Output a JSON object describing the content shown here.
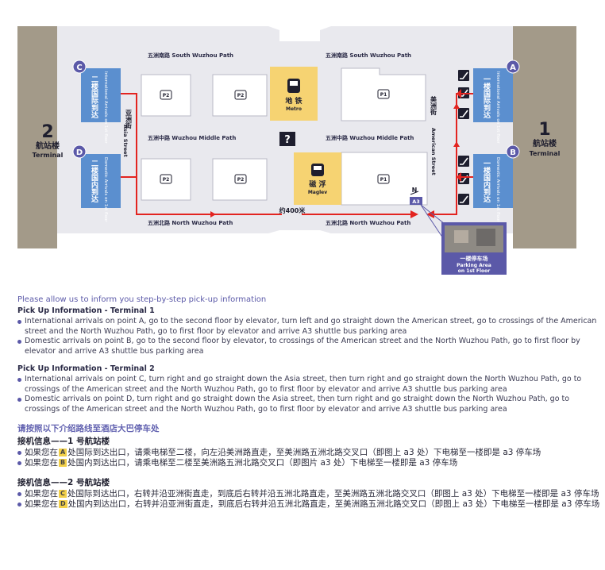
{
  "map": {
    "terminal2": {
      "num": "2",
      "zh": "航站楼",
      "en": "Terminal"
    },
    "terminal1": {
      "num": "1",
      "zh": "航站楼",
      "en": "Terminal"
    },
    "points": {
      "A": "A",
      "B": "B",
      "C": "C",
      "D": "D"
    },
    "arrivals": {
      "c_zh": "二楼国际到达",
      "c_en": "International Arrivals on 1st floor",
      "d_zh": "二楼国内到达",
      "d_en": "Domestic Arrivals on 1st floor",
      "a_zh": "一楼国际到达",
      "a_en": "International Arrivals on 1st floor",
      "b_zh": "一楼国内到达",
      "b_en": "Domestic Arrivals on 1st floor"
    },
    "roads": {
      "south_left": "五洲南路 South Wuzhou Path",
      "south_right": "五洲南路 South Wuzhou Path",
      "middle_left": "五洲中路 Wuzhou Middle Path",
      "middle_right": "五洲中路 Wuzhou Middle Path",
      "north_left": "五洲北路 North Wuzhou Path",
      "north_right": "五洲北路 North Wuzhou Path",
      "asia_zh": "亚洲街",
      "asia_en": "Asia Street",
      "american_zh": "美洲街",
      "american_en": "American Street"
    },
    "parking": {
      "p2": "P2",
      "p1": "P1",
      "a3": "A3",
      "north": "N"
    },
    "metro": {
      "zh": "地 铁",
      "en": "Metro"
    },
    "maglev": {
      "zh": "磁 浮",
      "en": "Maglev"
    },
    "info_mark": "?",
    "distance": "约400米",
    "inset": {
      "zh": "一楼停车场",
      "en1": "Parking Area",
      "en2": "on 1st Floor"
    }
  },
  "text": {
    "intro": "Please allow us to inform you step-by-step pick-up information",
    "t1_title": "Pick Up Information - Terminal 1",
    "t1_a": "International arrivals on point A, go to the second floor by elevator, turn left and go straight down the American street, go to crossings of the American street and the North Wuzhou Path, go to first floor by elevator and arrive A3 shuttle bus parking area",
    "t1_b": "Domestic arrivals on point B, go to the second floor by elevator, to crossings of the American street and the North Wuzhou Path, go to first floor by elevator and arrive A3 shuttle bus parking area",
    "t2_title": "Pick Up Information - Terminal 2",
    "t2_c": "International arrivals on point C, turn right and go straight down the Asia street, then turn right and go straight down the North Wuzhou Path, go to crossings of the American street and the North Wuzhou Path, go to first floor by elevator and arrive A3 shuttle bus parking area",
    "t2_d": "Domestic arrivals on point D, turn right and go straight down the Asia street, then turn right and go straight down the North Wuzhou Path, go to crossings of the American street and the North Wuzhou Path, go to first floor by elevator and arrive A3 shuttle bus parking area",
    "zh_head": "请按照以下介绍路线至酒店大巴停车处",
    "zh_t1_title": "接机信息——1 号航站楼",
    "zh_t1_a_pre": "如果您在",
    "zh_t1_a_badge": "A",
    "zh_t1_a_post": "处国际到达出口，请乘电梯至二楼，向左沿美洲路直走，至美洲路五洲北路交叉口（即图上 a3 处）下电梯至一楼即是 a3 停车场",
    "zh_t1_b_pre": "如果您在",
    "zh_t1_b_badge": "B",
    "zh_t1_b_post": "处国内到达出口，请乘电梯至二楼至美洲路五洲北路交叉口（即图片 a3 处）下电梯至一楼即是 a3 停车场",
    "zh_t2_title": "接机信息——2 号航站楼",
    "zh_t2_c_pre": "如果您在",
    "zh_t2_c_badge": "C",
    "zh_t2_c_post": "处国际到达出口，右转并沿亚洲街直走，到底后右转并沿五洲北路直走，至美洲路五洲北路交叉口（即图上 a3 处）下电梯至一楼即是 a3 停车场",
    "zh_t2_d_pre": "如果您在",
    "zh_t2_d_badge": "D",
    "zh_t2_d_post": "处国内到达出口，右转并沿亚洲街直走，到底后右转并沿五洲北路直走，至美洲路五洲北路交叉口（即图上 a3 处）下电梯至一楼即是 a3 停车场"
  },
  "colors": {
    "route": "#e32420",
    "accent": "#5b59a8",
    "arrival": "#5b8fcf",
    "terminal": "#a39a89",
    "transit": "#f6d372",
    "badge": "#f2d049"
  }
}
